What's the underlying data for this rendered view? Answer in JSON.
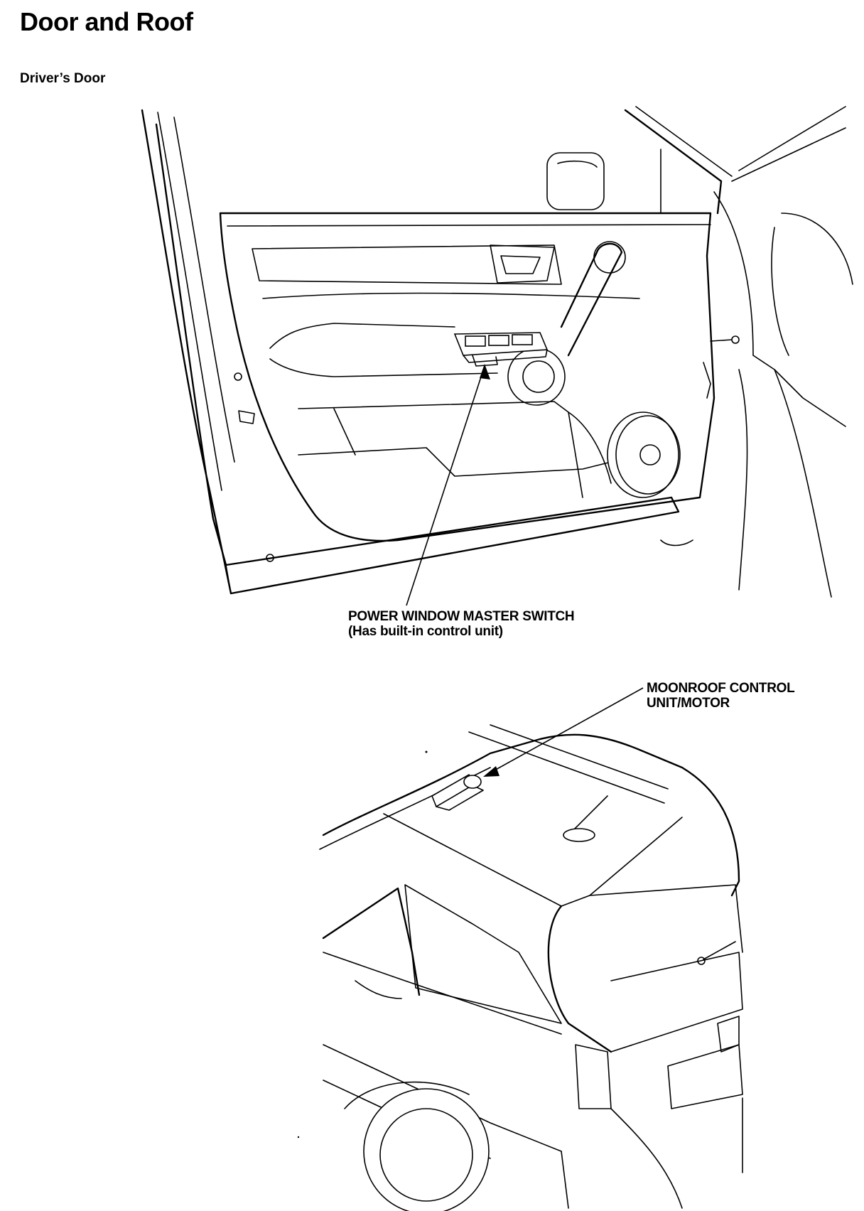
{
  "header": {
    "title": "Door and Roof",
    "section": "Driver’s Door"
  },
  "callouts": {
    "power_window_switch": {
      "line1": "POWER WINDOW MASTER SWITCH",
      "line2": "(Has built-in control unit)"
    },
    "moonroof_unit": {
      "line1": "MOONROOF CONTROL",
      "line2": "UNIT/MOTOR"
    }
  },
  "colors": {
    "ink": "#000000",
    "paper": "#ffffff"
  }
}
